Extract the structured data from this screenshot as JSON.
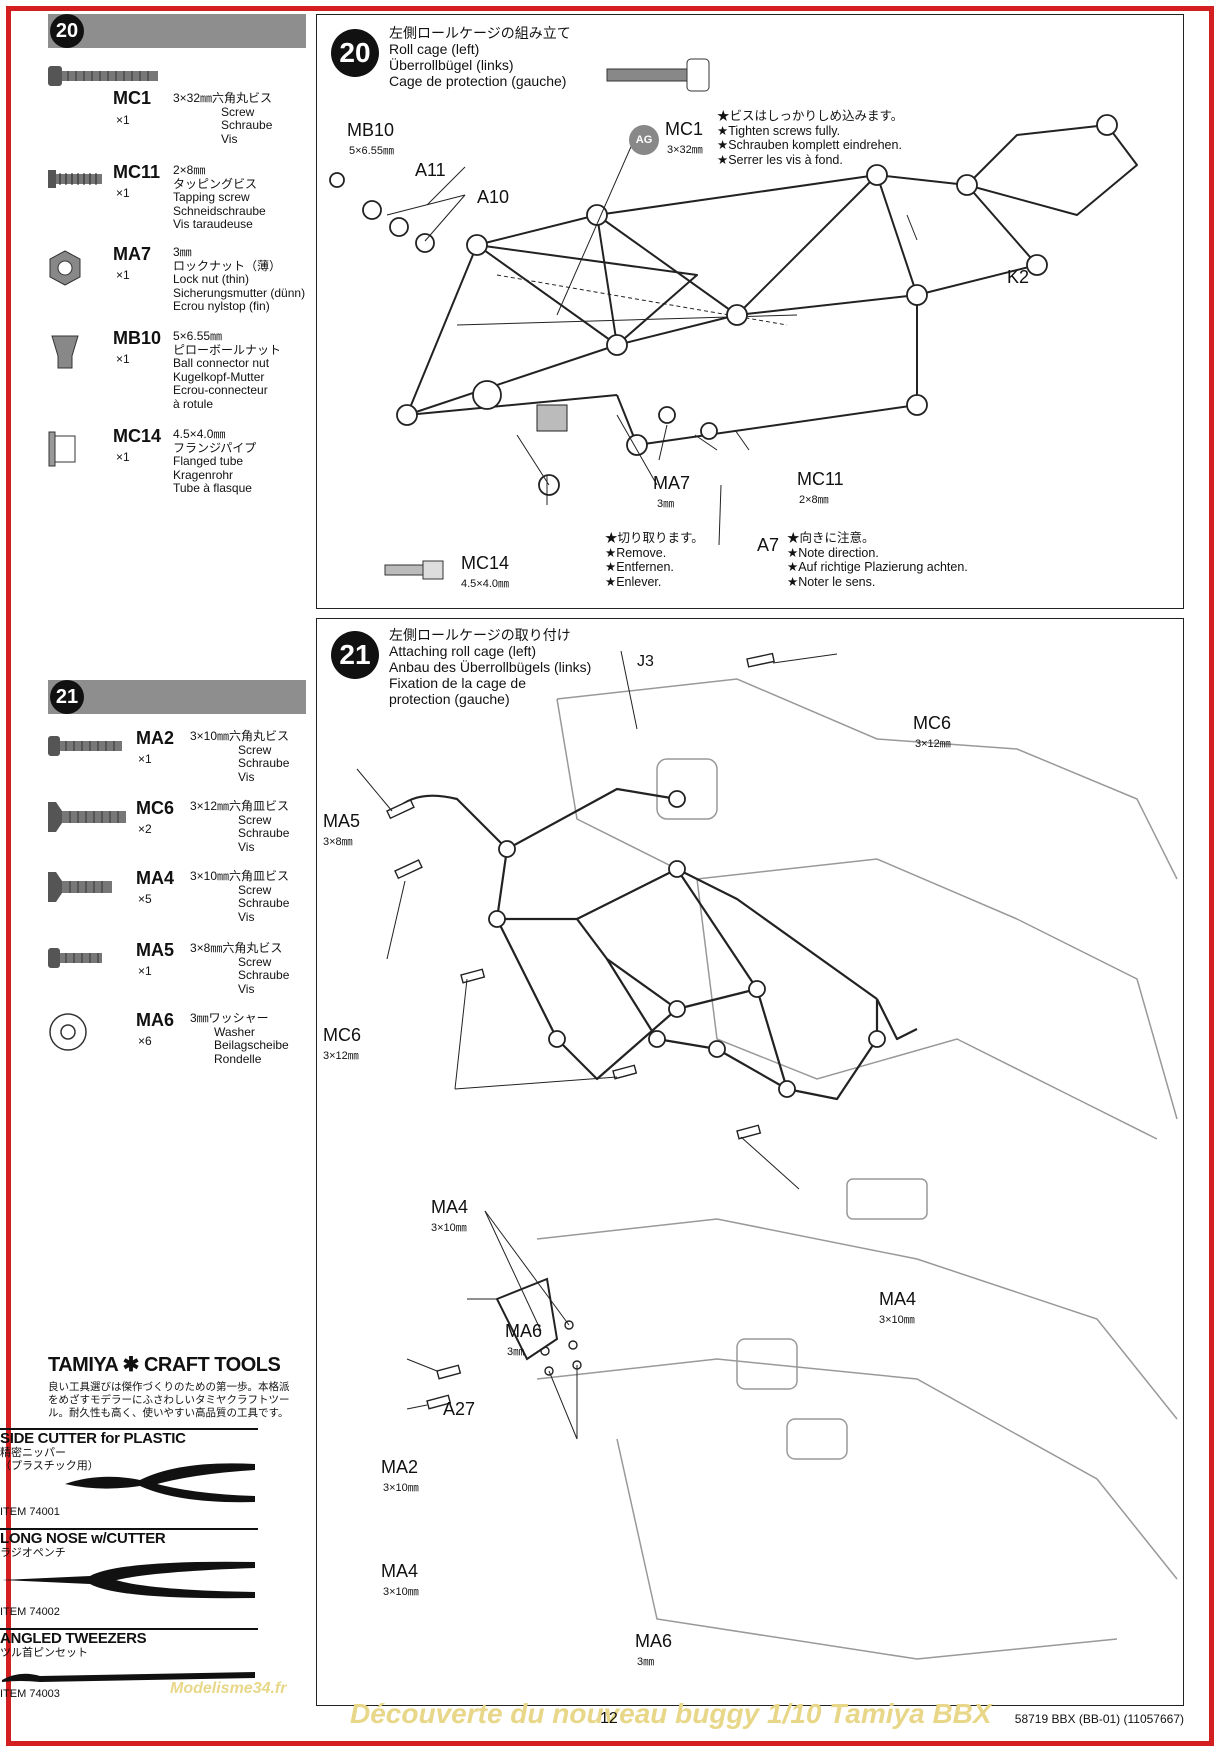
{
  "page_number": "12",
  "footer_code": "58719 BBX (BB-01) (11057667)",
  "watermark_site": "Modelisme34.fr",
  "watermark_title": "Découverte du nouveau buggy 1/10 Tamiya BBX",
  "sidebar": {
    "step20_number": "20",
    "step21_number": "21",
    "step20_parts": [
      {
        "code": "MC1",
        "qty": "×1",
        "desc": [
          "3×32㎜六角丸ビス",
          "Screw",
          "Schraube",
          "Vis"
        ]
      },
      {
        "code": "MC11",
        "qty": "×1",
        "desc": [
          "2×8㎜",
          "タッピングビス",
          "Tapping screw",
          "Schneidschraube",
          "Vis taraudeuse"
        ]
      },
      {
        "code": "MA7",
        "qty": "×1",
        "desc": [
          "3㎜",
          "ロックナット（薄）",
          "Lock nut (thin)",
          "Sicherungsmutter (dünn)",
          "Ecrou nylstop (fin)"
        ]
      },
      {
        "code": "MB10",
        "qty": "×1",
        "desc": [
          "5×6.55㎜",
          "ピローボールナット",
          "Ball connector nut",
          "Kugelkopf-Mutter",
          "Ecrou-connecteur",
          "à rotule"
        ]
      },
      {
        "code": "MC14",
        "qty": "×1",
        "desc": [
          "4.5×4.0㎜",
          "フランジパイプ",
          "Flanged tube",
          "Kragenrohr",
          "Tube à flasque"
        ]
      }
    ],
    "step21_parts": [
      {
        "code": "MA2",
        "qty": "×1",
        "desc": [
          "3×10㎜六角丸ビス",
          "Screw",
          "Schraube",
          "Vis"
        ]
      },
      {
        "code": "MC6",
        "qty": "×2",
        "desc": [
          "3×12㎜六角皿ビス",
          "Screw",
          "Schraube",
          "Vis"
        ]
      },
      {
        "code": "MA4",
        "qty": "×5",
        "desc": [
          "3×10㎜六角皿ビス",
          "Screw",
          "Schraube",
          "Vis"
        ]
      },
      {
        "code": "MA5",
        "qty": "×1",
        "desc": [
          "3×8㎜六角丸ビス",
          "Screw",
          "Schraube",
          "Vis"
        ]
      },
      {
        "code": "MA6",
        "qty": "×6",
        "desc": [
          "3㎜ワッシャー",
          "Washer",
          "Beilagscheibe",
          "Rondelle"
        ]
      }
    ],
    "tools": {
      "brand": "TAMIYA ✱ CRAFT TOOLS",
      "intro": [
        "良い工具選びは傑作づくりのための第一歩。本格派",
        "をめざすモデラーにふさわしいタミヤクラフトツー",
        "ル。耐久性も高く、使いやすい高品質の工具です。"
      ],
      "items": [
        {
          "name": "SIDE CUTTER for PLASTIC",
          "jp": [
            "精密ニッパー",
            "（プラスチック用）"
          ],
          "item": "ITEM 74001"
        },
        {
          "name": "LONG NOSE w/CUTTER",
          "jp": [
            "ラジオペンチ"
          ],
          "item": "ITEM 74002"
        },
        {
          "name": "ANGLED TWEEZERS",
          "jp": [
            "ツル首ピンセット"
          ],
          "item": "ITEM 74003"
        }
      ]
    }
  },
  "step20": {
    "number": "20",
    "title": [
      "左側ロールケージの組み立て",
      "Roll cage (left)",
      "Überrollbügel (links)",
      "Cage de protection (gauche)"
    ],
    "labels": {
      "mb10": "MB10",
      "mb10_size": "5×6.55㎜",
      "a11": "A11",
      "a10": "A10",
      "mc1": "MC1",
      "mc1_size": "3×32㎜",
      "ag": "AG",
      "k2": "K2",
      "ma7": "MA7",
      "ma7_size": "3㎜",
      "mc11": "MC11",
      "mc11_size": "2×8㎜",
      "a7": "A7",
      "mc14": "MC14",
      "mc14_size": "4.5×4.0㎜"
    },
    "note_tighten": [
      "★ビスはしっかりしめ込みます。",
      "★Tighten screws fully.",
      "★Schrauben komplett eindrehen.",
      "★Serrer les vis à fond."
    ],
    "note_remove": [
      "★切り取ります。",
      "★Remove.",
      "★Entfernen.",
      "★Enlever."
    ],
    "note_direction": [
      "★向きに注意。",
      "★Note direction.",
      "★Auf richtige Plazierung achten.",
      "★Noter le sens."
    ]
  },
  "step21": {
    "number": "21",
    "title": [
      "左側ロールケージの取り付け",
      "Attaching roll cage (left)",
      "Anbau des Überrollbügels (links)",
      "Fixation de la cage de",
      "protection (gauche)"
    ],
    "labels": {
      "j3": "J3",
      "mc6_top": "MC6",
      "mc6_top_size": "3×12㎜",
      "ma5": "MA5",
      "ma5_size": "3×8㎜",
      "mc6_left": "MC6",
      "mc6_left_size": "3×12㎜",
      "ma4_a": "MA4",
      "ma4_a_size": "3×10㎜",
      "ma4_b": "MA4",
      "ma4_b_size": "3×10㎜",
      "ma6_top": "MA6",
      "ma6_top_size": "3㎜",
      "a27": "A27",
      "ma2": "MA2",
      "ma2_size": "3×10㎜",
      "ma4_c": "MA4",
      "ma4_c_size": "3×10㎜",
      "ma6_bottom": "MA6",
      "ma6_bottom_size": "3㎜"
    }
  }
}
